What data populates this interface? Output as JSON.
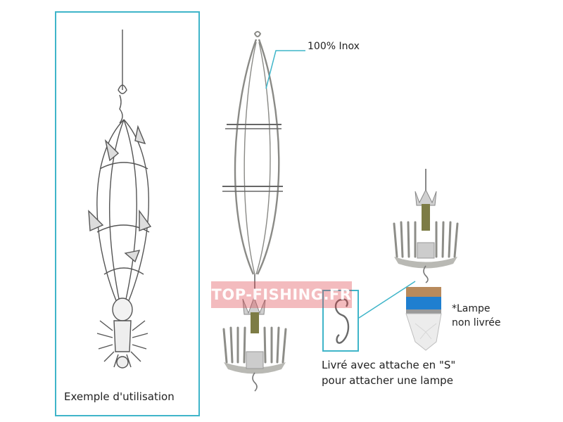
{
  "labels": {
    "example": "Exemple d'utilisation",
    "material": "100% Inox",
    "lamp_line1": "*Lampe",
    "lamp_line2": "non livrée",
    "delivered_line1": "Livré avec attache en \"S\"",
    "delivered_line2": "pour attacher une lampe"
  },
  "watermark": "TOP-FISHING.FR",
  "colors": {
    "frame": "#3fb5c9",
    "watermark_bg": "#dc3c46",
    "lamp_band": "#1f7fd0",
    "wire": "#8a8a86",
    "spine": "#6b6a3a"
  }
}
